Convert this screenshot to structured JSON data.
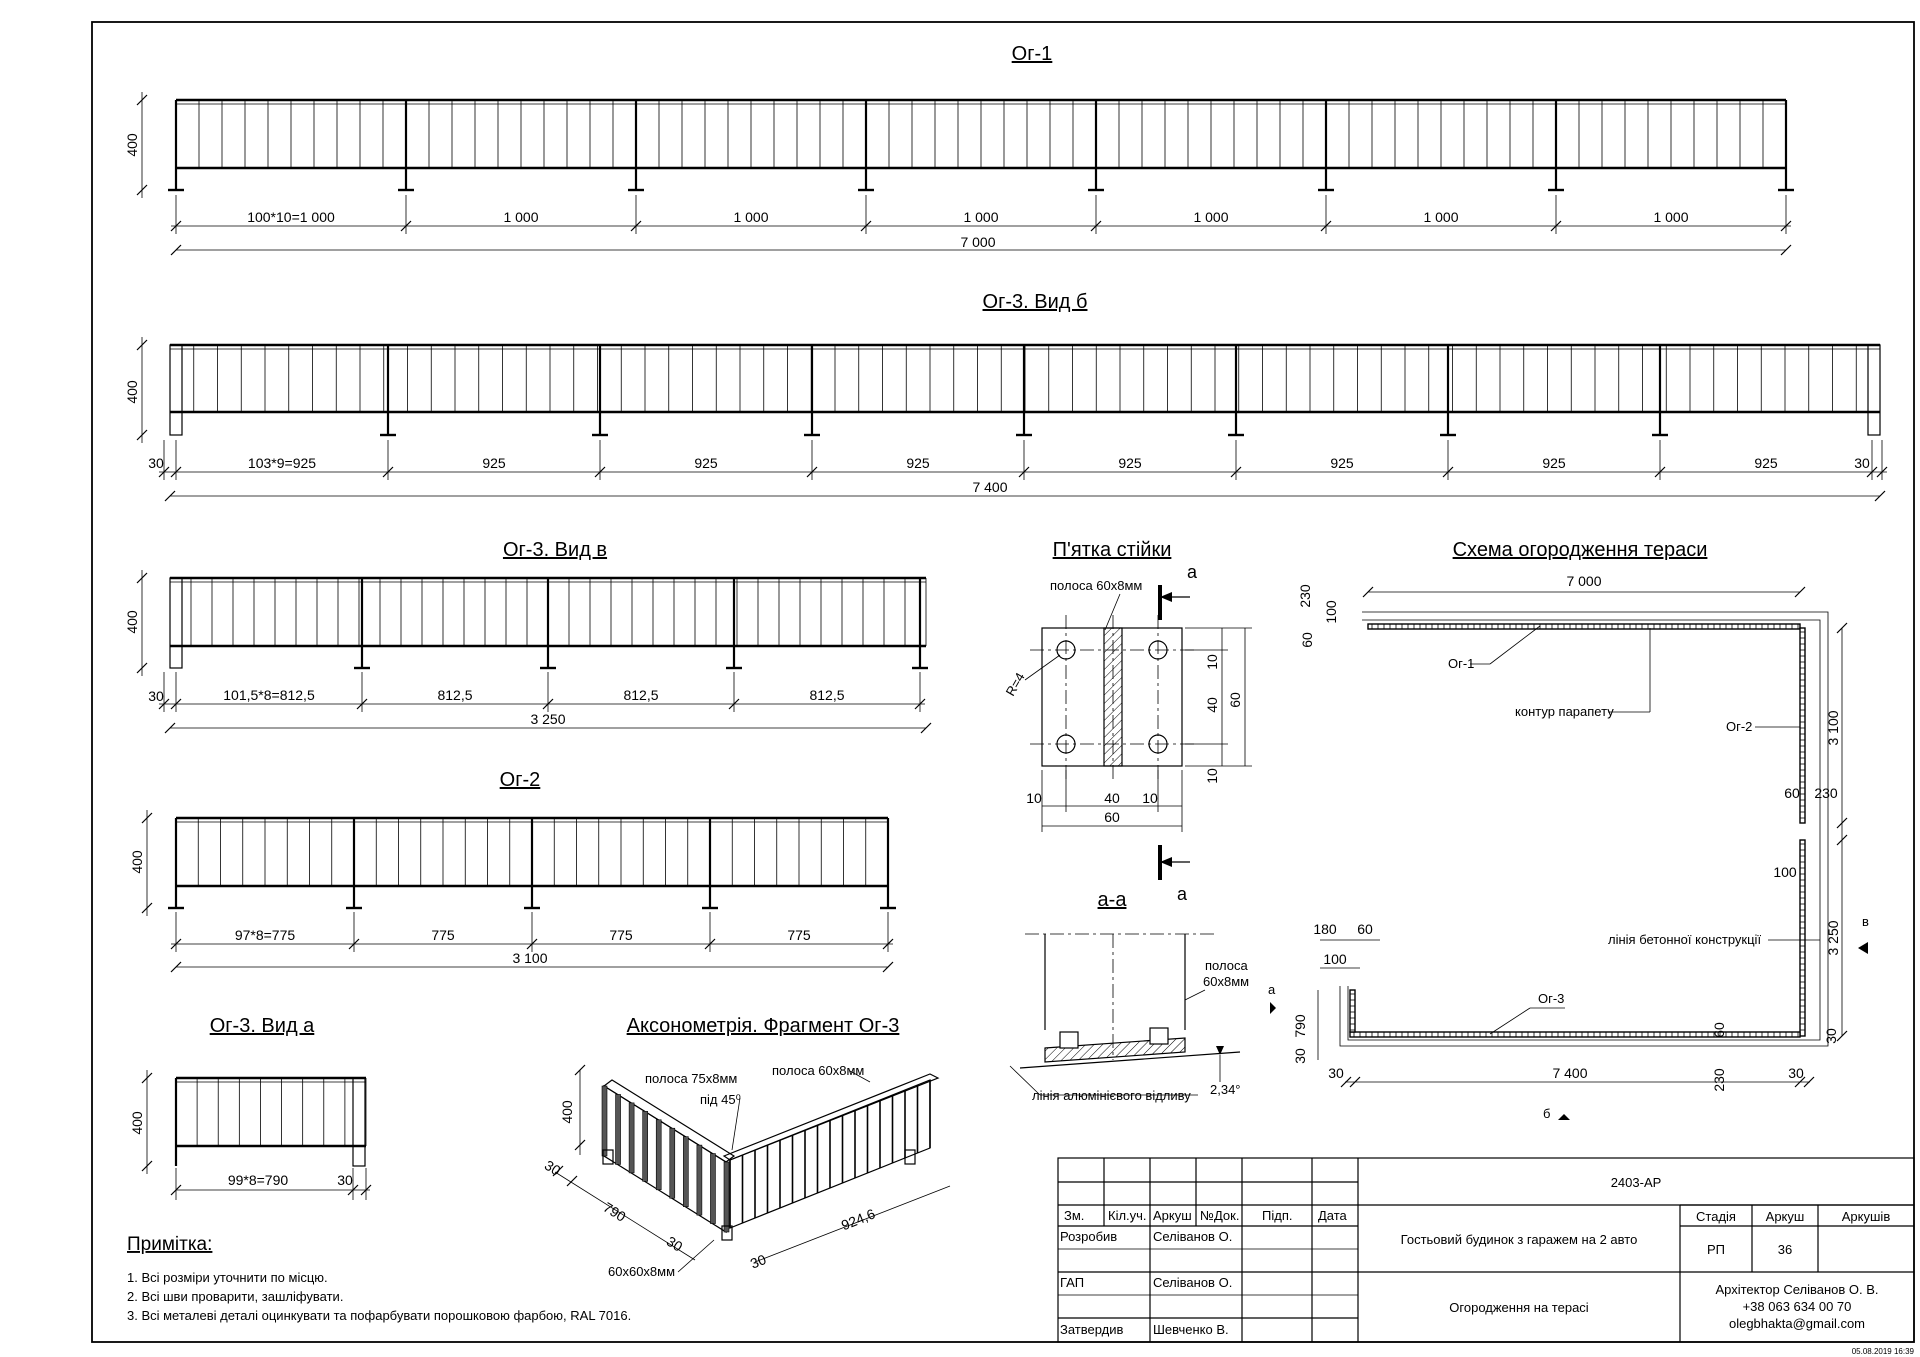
{
  "drawing": {
    "og1": {
      "title": "Ог-1",
      "height_dim": "400",
      "segments": [
        "100*10=1 000",
        "1 000",
        "1 000",
        "1 000",
        "1 000",
        "1 000",
        "1 000"
      ],
      "total": "7 000"
    },
    "og3b": {
      "title": "Ог-3. Вид б",
      "height_dim": "400",
      "edge": "30",
      "segments": [
        "103*9=925",
        "925",
        "925",
        "925",
        "925",
        "925",
        "925",
        "925"
      ],
      "total": "7 400"
    },
    "og3v": {
      "title": "Ог-3. Вид в",
      "height_dim": "400",
      "edge": "30",
      "segments": [
        "101,5*8=812,5",
        "812,5",
        "812,5",
        "812,5"
      ],
      "total": "3 250"
    },
    "og2": {
      "title": "Ог-2",
      "height_dim": "400",
      "segments": [
        "97*8=775",
        "775",
        "775",
        "775"
      ],
      "total": "3 100"
    },
    "og3a": {
      "title": "Ог-3. Вид а",
      "height_dim": "400",
      "span": "99*8=790",
      "edge": "30"
    },
    "axon": {
      "title": "Аксонометрія. Фрагмент Ог-3",
      "strip_75": "полоса 75х8мм",
      "angle_45": "під 45⁰",
      "strip_60": "полоса 60х8мм",
      "height": "400",
      "d30a": "30",
      "d790": "790",
      "d30b": "30",
      "d30c": "30",
      "d924": "924,6",
      "post": "60х60х8мм"
    },
    "base": {
      "title": "П'ятка стійки",
      "strip": "полоса 60х8мм",
      "radius": "R=4",
      "cut_a": "а",
      "d10a": "10",
      "d40a": "40",
      "d60a": "60",
      "d10b": "10",
      "d10c": "10",
      "d40b": "40",
      "d60b": "60",
      "d10d": "10"
    },
    "section": {
      "title": "а-а",
      "strip1": "полоса",
      "strip2": "60х8мм",
      "slope": "2,34°",
      "drip": "лінія алюмінієвого відливу"
    },
    "scheme": {
      "title": "Схема огородження тераси",
      "top": "7 000",
      "bottom": "7 400",
      "d230a": "230",
      "d100a": "100",
      "d60a": "60",
      "og1": "Ог-1",
      "parapet": "контур парапету",
      "og2": "Ог-2",
      "d3100": "3 100",
      "d60b": "60",
      "d230b": "230",
      "d100b": "100",
      "concrete": "лінія бетонної конструкції",
      "d3250": "3 250",
      "view_v": "в",
      "d180": "180",
      "d60c": "60",
      "d100c": "100",
      "view_a": "а",
      "d790": "790",
      "d30a": "30",
      "og3": "Ог-3",
      "d60d": "60",
      "d30b": "30",
      "d230c": "230",
      "d30c": "30",
      "d30d": "30",
      "view_b": "б"
    },
    "notes": {
      "title": "Примітка:",
      "items": [
        "1. Всі розміри уточнити по місцю.",
        "2. Всі шви проварити, зашліфувати.",
        "3. Всі металеві деталі оцинкувати та пофарбувати порошковою фарбою, RAL 7016."
      ]
    }
  },
  "title_block": {
    "code": "2403-АР",
    "col_headers": [
      "Зм.",
      "Кіл.уч.",
      "Аркуш",
      "№Док.",
      "Підп.",
      "Дата"
    ],
    "role1": "Розробив",
    "name1": "Селіванов О.",
    "role2": "ГАП",
    "name2": "Селіванов О.",
    "role3": "Затвердив",
    "name3": "Шевченко В.",
    "project": "Гостьовий будинок з гаражем на 2 авто",
    "sheet_title": "Огородження на терасі",
    "stage_h": "Стадія",
    "sheet_h": "Аркуш",
    "sheets_h": "Аркушів",
    "stage": "РП",
    "sheet_no": "36",
    "author": "Архітектор Селіванов О. В.",
    "phone": "+38 063 634 00 70",
    "email": "olegbhakta@gmail.com"
  },
  "timestamp": "05.08.2019 16:39"
}
